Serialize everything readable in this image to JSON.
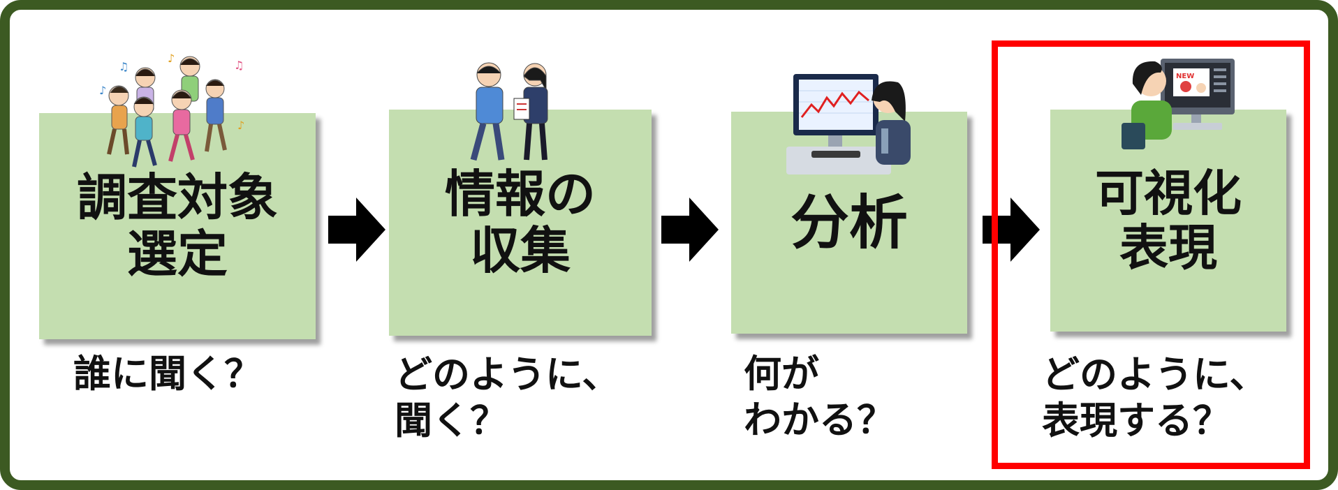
{
  "steps": [
    {
      "title": "調査対象\n選定",
      "question": "誰に聞く？"
    },
    {
      "title": "情報の\n収集",
      "question": "どのように、\n聞く？"
    },
    {
      "title": "分析",
      "question": "何が\nわかる？"
    },
    {
      "title": "可視化\n表現",
      "question": "どのように、\n表現する？"
    }
  ],
  "colors": {
    "frame": "#3c5a22",
    "box": "#c4deb0",
    "highlight": "#ff0000"
  },
  "illustrations": [
    "dancing-group-icon",
    "interview-icon",
    "analyst-at-computer-icon",
    "designer-at-computer-icon"
  ],
  "highlighted_step": 4
}
